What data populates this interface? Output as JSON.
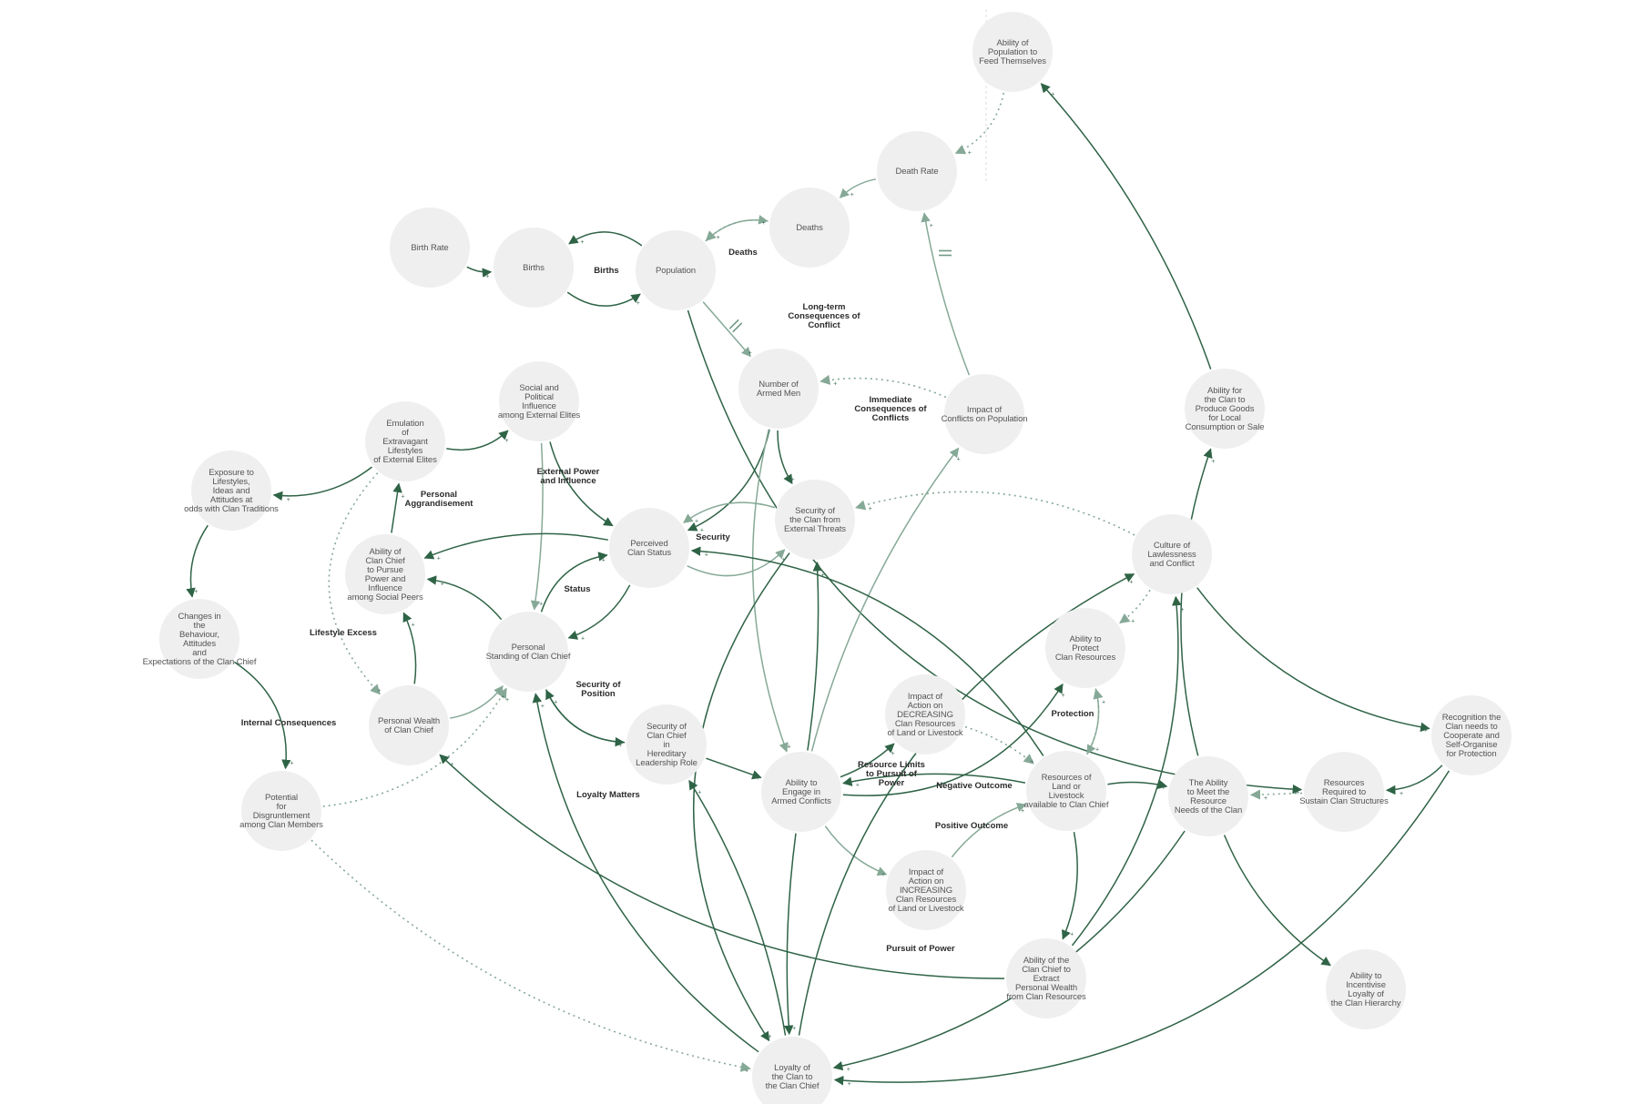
{
  "colors": {
    "edge_dark": "#2f6346",
    "edge_light": "#86a997",
    "node_fill": "#efefef",
    "node_text": "#555555",
    "label_text": "#2b2b2b"
  },
  "nodes": {
    "birth_rate": "Birth Rate",
    "births": "Births",
    "population": "Population",
    "deaths": "Deaths",
    "death_rate": "Death Rate",
    "feed": "Ability of Population to Feed Themselves",
    "armed_men": "Number of Armed Men",
    "impact_pop": "Impact of Conflicts on Population",
    "social_influence": "Social and Political Influence among External Elites",
    "emulation": "Emulation of Extravagant Lifestyles of External Elites",
    "exposure": "Exposure to Lifestyles, Ideas and Attitudes at odds with Clan Traditions",
    "changes": "Changes in the Behaviour, Attitudes and Expectations of the Clan Chief",
    "ability_pursue": "Ability of Clan Chief to Pursue Power and Influence among Social Peers",
    "perceived_status": "Perceived Clan Status",
    "security_external": "Security of the Clan from External Threats",
    "culture": "Culture of Lawlessness and Conflict",
    "produce": "Ability for the Clan to Produce Goods for Local Consumption or Sale",
    "personal_standing": "Personal Standing of Clan Chief",
    "personal_wealth": "Personal Wealth of Clan Chief",
    "security_hereditary": "Security of Clan Chief in Hereditary Leadership Role",
    "armed_conflicts": "Ability to Engage in Armed Conflicts",
    "impact_decreasing": "Impact of Action on DECREASING Clan Resources of Land or Livestock",
    "protect": "Ability to Protect Clan Resources",
    "resources_land": "Resources of Land or Livestock available to Clan Chief",
    "impact_increasing": "Impact of Action on INCREASING Clan Resources of Land or Livestock",
    "meet_needs": "The Ability to Meet the Resource Needs of the Clan",
    "resources_required": "Resources Required to Sustain Clan Structures",
    "recognition": "Recognition the Clan needs to Cooperate and Self-Organise for Protection",
    "potential_disgruntlement": "Potential for Disgruntlement among Clan Members",
    "extract_wealth": "Ability of the Clan Chief to Extract Personal Wealth from Clan Resources",
    "incentivise": "Ability to Incentivise Loyalty of the Clan Hierarchy",
    "loyalty": "Loyalty of the Clan to the Clan Chief"
  },
  "loop_labels": {
    "births": "Births",
    "deaths": "Deaths",
    "long_term": "Long-term Consequences of Conflict",
    "immediate": "Immediate Consequences of Conflicts",
    "external_power": "External Power and Influence",
    "personal_aggrandisement": "Personal Aggrandisement",
    "security": "Security",
    "status": "Status",
    "lifestyle_excess": "Lifestyle Excess",
    "security_position": "Security of Position",
    "internal_consequences": "Internal Consequences",
    "loyalty_matters": "Loyalty Matters",
    "resource_limits": "Resource Limits to Pursuit of Power",
    "negative_outcome": "Negative Outcome",
    "positive_outcome": "Positive Outcome",
    "protection": "Protection",
    "pursuit_of_power": "Pursuit of Power"
  },
  "polarity_symbol": "+"
}
